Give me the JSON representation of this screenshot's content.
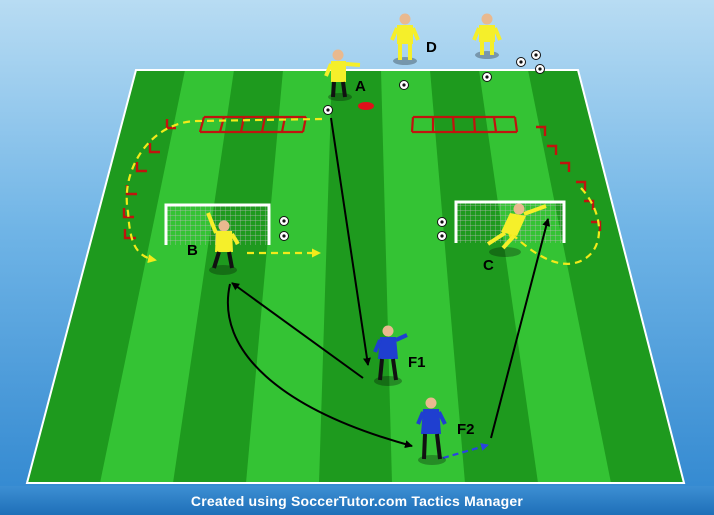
{
  "labels": {
    "a": "A",
    "b": "B",
    "c": "C",
    "d": "D",
    "f1": "F1",
    "f2": "F2"
  },
  "footer": {
    "text": "Created using SoccerTutor.com Tactics Manager"
  },
  "colors": {
    "pitch_light": "#34c334",
    "pitch_dark": "#1e9a1e",
    "keeper_kit": "#f5ef2a",
    "outfield_kit": "#1f3fd0",
    "ladder": "#c0140e",
    "dribble_path": "#f2ea1a",
    "pass_line": "#000000"
  },
  "icons": [
    "goal-icon",
    "ball-icon",
    "cone-icon",
    "ladder-icon",
    "hurdle-icon",
    "player-icon"
  ]
}
